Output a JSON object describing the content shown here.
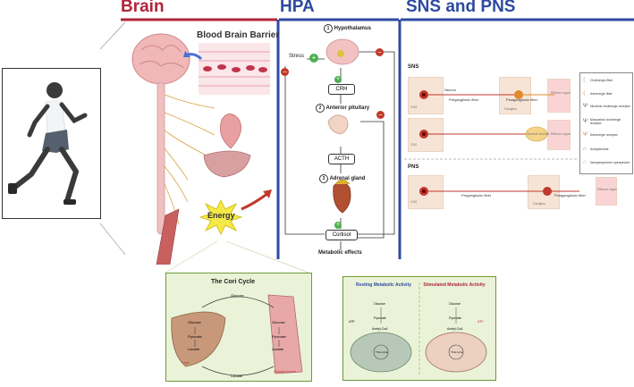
{
  "headers": {
    "brain": "Brain",
    "hpa": "HPA",
    "sns_pns": "SNS and PNS"
  },
  "colors": {
    "brain_header": "#b0243a",
    "hpa_header": "#2e4aa0",
    "sns_header": "#2e4aa0",
    "cori_bg": "#eaf3d8",
    "cori_border": "#6f9a3a",
    "energy": "#f5e94a",
    "arrow_blue": "#4a6fd8",
    "arrow_red": "#c0392b"
  },
  "brain": {
    "bbb_label": "Blood Brain Barrier",
    "energy_label": "Energy"
  },
  "hpa": {
    "stress_label": "Stress",
    "step1": {
      "num": "1",
      "label": "Hypothalamus"
    },
    "crh": "CRH",
    "step2": {
      "num": "2",
      "label": "Anterior pituitary"
    },
    "acth": "ACTH",
    "step3": {
      "num": "3",
      "label": "Adrenal gland"
    },
    "cortisol": "Cortisol",
    "metabolic_effects": "Metabolic effects",
    "plus": "+",
    "minus": "−"
  },
  "sns_pns": {
    "sns_title": "SNS",
    "pns_title": "PNS",
    "neuron": "Neuron",
    "preganglionic": "Preganglionic fiber",
    "postganglionic": "Postganglionic fiber",
    "ganglion": "Ganglion",
    "effector": "Effector organ",
    "cns": "CNS",
    "adrenal_medulla": "Adrenal medulla"
  },
  "legend": [
    {
      "icon": "cholinergic-fiber-icon",
      "label": "Cholinergic fiber"
    },
    {
      "icon": "adrenergic-fiber-icon",
      "label": "Adrenergic fiber"
    },
    {
      "icon": "nicotinic-receptor-icon",
      "label": "Nicotinic cholinergic receptor"
    },
    {
      "icon": "muscarinic-receptor-icon",
      "label": "Muscarinic cholinergic receptor"
    },
    {
      "icon": "adrenergic-receptor-icon",
      "label": "Adrenergic receptor"
    },
    {
      "icon": "acetylcholine-icon",
      "label": "Acetylcholine"
    },
    {
      "icon": "norepinephrine-icon",
      "label": "Norepinephrine/ epinephrine"
    }
  ],
  "cori": {
    "title": "The Cori Cycle",
    "glucose": "Glucose",
    "pyruvate": "Pyruvate",
    "lactate": "Lactate",
    "liver": "Liver",
    "muscle": "Skeletal muscle"
  },
  "metabolic": {
    "resting_title": "Resting Metabolic Activity",
    "stimulated_title": "Stimulated Metabolic Activity",
    "glucose": "Glucose",
    "pyruvate": "Pyruvate",
    "acetyl_coa": "Acetyl-CoA",
    "tca": "TCA cycle",
    "atp": "ATP"
  }
}
